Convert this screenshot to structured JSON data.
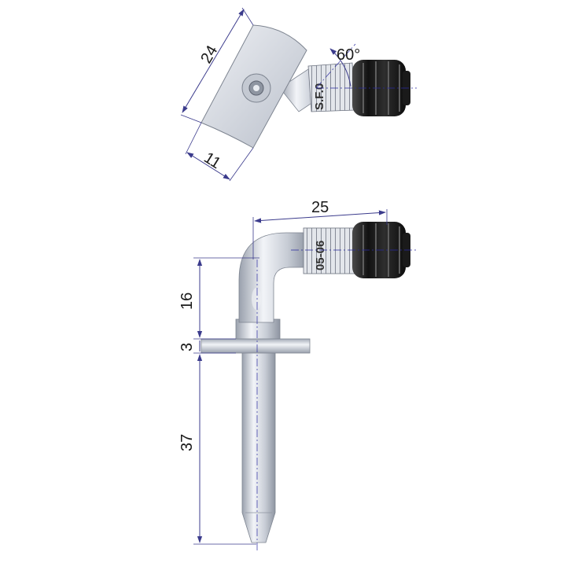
{
  "top_view": {
    "dims": {
      "length": "24",
      "width": "11",
      "angle": "60°"
    },
    "engraving": "S.F.0"
  },
  "side_view": {
    "dims": {
      "reach": "25",
      "bend_height": "16",
      "flange_thickness": "3",
      "stem_length": "37"
    },
    "engraving": "05-06"
  },
  "colors": {
    "metal": "#d8dde6",
    "metal_shade": "#a9b0bc",
    "cap": "#1c1c1c",
    "dimension": "#3b3b8c",
    "centerline": "#2a2aa0"
  },
  "icons": [
    "valve-cap-icon",
    "seat-hole-icon"
  ]
}
